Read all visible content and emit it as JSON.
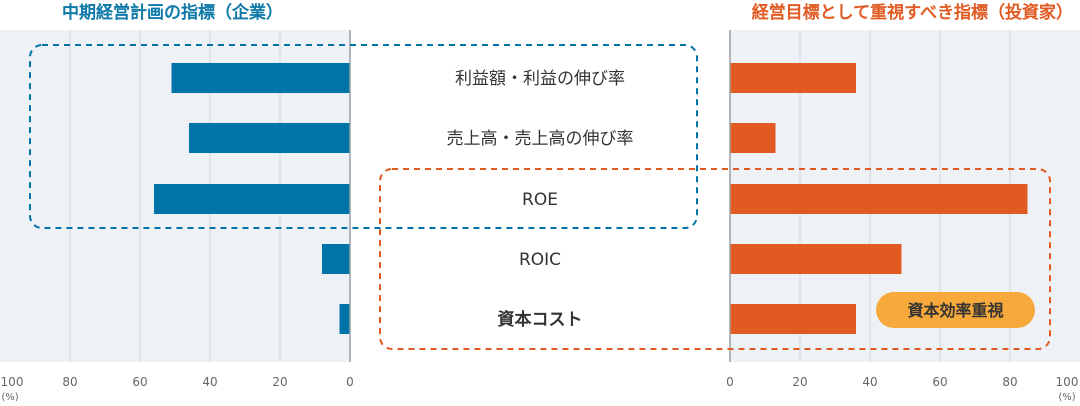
{
  "chart_data": {
    "type": "bar",
    "categories": [
      "利益額・利益の伸び率",
      "売上高・売上高の伸び率",
      "ROE",
      "ROIC",
      "資本コスト"
    ],
    "left_title": "中期経営計画の指標（企業）",
    "right_title": "経営目標として重視すべき指標（投資家）",
    "series": [
      {
        "values": [
          51,
          46,
          56,
          8,
          3
        ]
      },
      {
        "values": [
          36,
          13,
          85,
          49,
          36
        ]
      }
    ],
    "xlim": [
      0,
      100
    ],
    "left_ticks": [
      "100",
      "80",
      "60",
      "40",
      "20",
      "0"
    ],
    "right_ticks": [
      "0",
      "20",
      "40",
      "60",
      "80",
      "100"
    ],
    "unit_label": "(%)",
    "grid": true,
    "annotation": "資本効率重視"
  },
  "colors": {
    "left_bar": "#0074a8",
    "right_bar": "#e05a22",
    "left_title": "#0e79a8",
    "right_title": "#e05a22",
    "badge": "#f7a93b",
    "grid_bg": "#eef2f6",
    "grid_line": "#cfd5dc",
    "axis": "#9aa0a6"
  }
}
